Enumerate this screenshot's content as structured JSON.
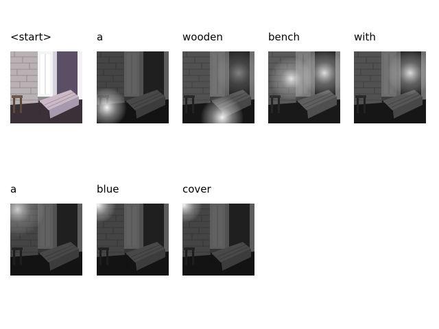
{
  "attention_grid": {
    "tokens": [
      {
        "word": "<start>",
        "focus": "none"
      },
      {
        "word": "a",
        "focus": "lower-left"
      },
      {
        "word": "wooden",
        "focus": "bottom-center"
      },
      {
        "word": "bench",
        "focus": "upper-left and upper-right"
      },
      {
        "word": "with",
        "focus": "upper-right"
      },
      {
        "word": "a",
        "focus": "top-left"
      },
      {
        "word": "blue",
        "focus": "top-left corner"
      },
      {
        "word": "cover",
        "focus": "top-left corner"
      }
    ],
    "image_icon": "bedroom-photo"
  }
}
